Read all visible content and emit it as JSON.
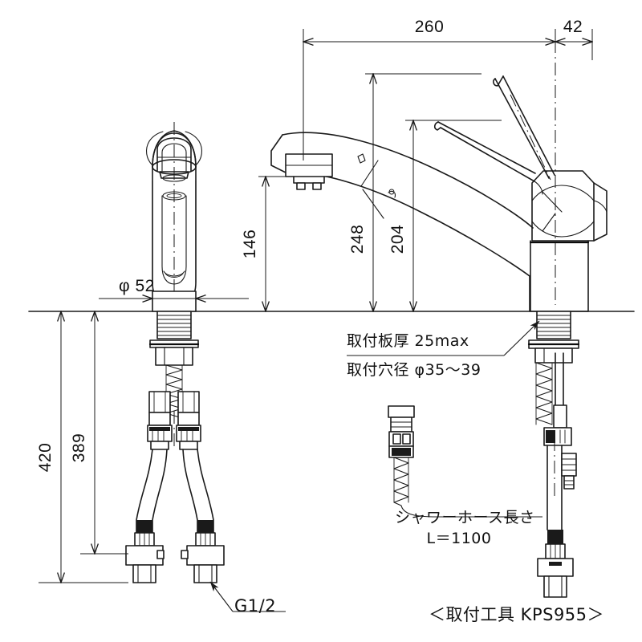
{
  "drawing": {
    "title": "KVK single-lever kitchen faucet dimensional drawing",
    "line_color": "#1a1a1a",
    "background": "#ffffff"
  },
  "dimensions": {
    "horizontal": [
      {
        "id": "spout-reach",
        "value": "260",
        "unit": "mm",
        "orientation": "horizontal"
      },
      {
        "id": "body-to-center",
        "value": "42",
        "unit": "mm",
        "orientation": "horizontal"
      },
      {
        "id": "base-diameter",
        "value": "φ 52",
        "unit": "mm",
        "orientation": "horizontal"
      }
    ],
    "vertical": [
      {
        "id": "spout-outlet-height",
        "value": "146",
        "unit": "mm",
        "orientation": "vertical"
      },
      {
        "id": "overall-height-up",
        "value": "248",
        "unit": "mm",
        "orientation": "vertical"
      },
      {
        "id": "lever-height",
        "value": "204",
        "unit": "mm",
        "orientation": "vertical"
      },
      {
        "id": "total-hose-drop",
        "value": "420",
        "unit": "mm",
        "orientation": "vertical"
      },
      {
        "id": "supply-hose-length",
        "value": "389",
        "unit": "mm",
        "orientation": "vertical"
      }
    ]
  },
  "annotations": {
    "deck_thickness": "取付板厚 25max",
    "deck_hole_diameter": "取付穴径 φ35～39",
    "shower_hose_line1": "シャワーホース長さ",
    "shower_hose_line2": "L＝1100",
    "thread_spec": "G1/2",
    "install_tool": "＜取付工具 KPS955＞"
  }
}
